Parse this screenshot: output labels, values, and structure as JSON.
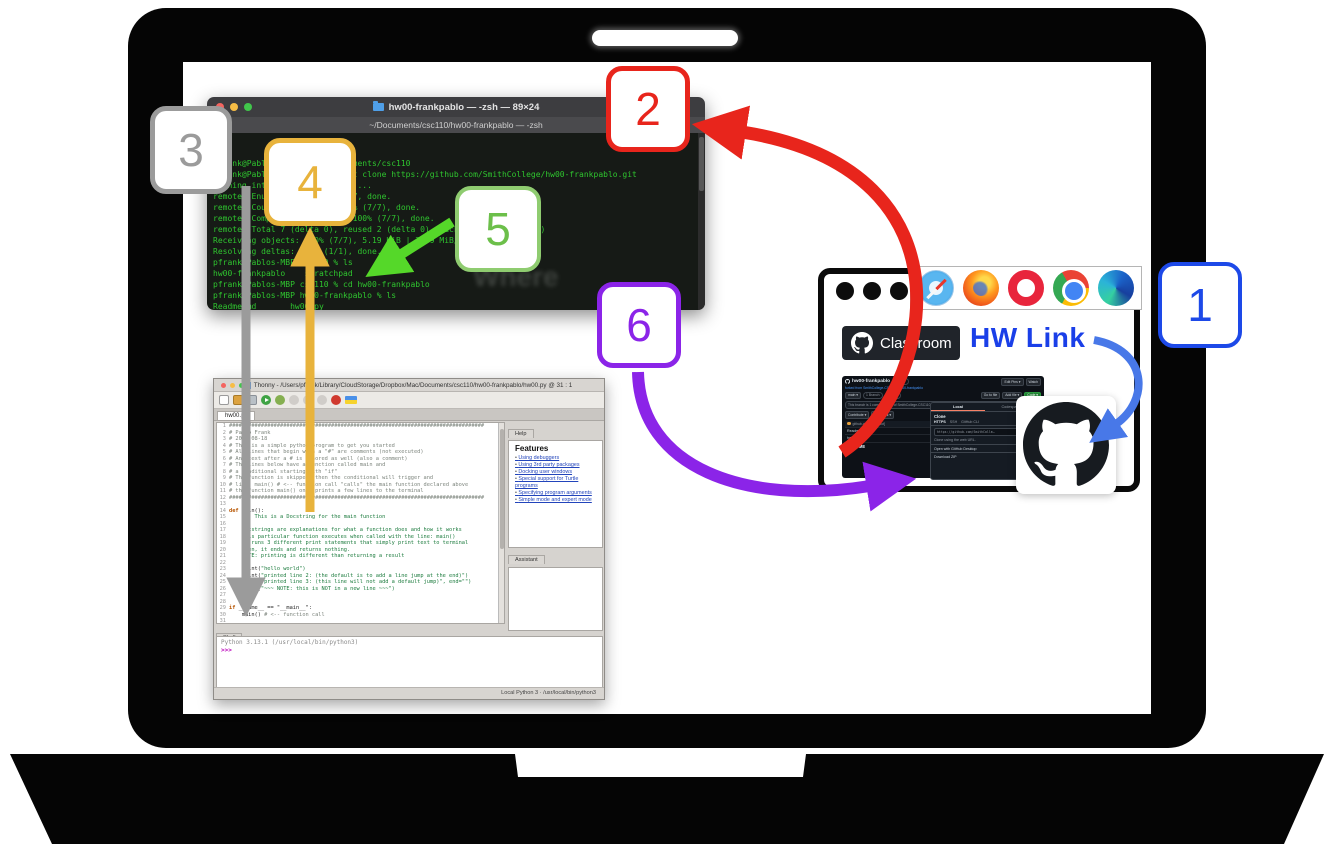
{
  "labels": [
    "1",
    "2",
    "3",
    "4",
    "5",
    "6"
  ],
  "colors": {
    "step1_blue": "#1d49e8",
    "step2_red": "#e8251c",
    "step3_gray": "#9b9b9b",
    "step4_gold": "#e8b33c",
    "step5_green": "#6cbf4a",
    "step6_purple": "#8b24e8",
    "terminal_green": "#2fc52f",
    "hw_link_blue": "#1a3fe8"
  },
  "terminal": {
    "title": "hw00-frankpablo — -zsh — 89×24",
    "path_bar": "~/Documents/csc110/hw00-frankpablo — -zsh",
    "background_word": "Where",
    "lines": [
      "pfrank@Pablos-MBP ~ % cd Documents/csc110",
      "pfrank@Pablos-MBP csc110 % git clone https://github.com/SmithCollege/hw00-frankpablo.git",
      "Cloning into 'hw00-frankpablo'...",
      "remote: Enumerating objects: 7, done.",
      "remote: Counting objects: 100% (7/7), done.",
      "remote: Compressing objects: 100% (7/7), done.",
      "remote: Total 7 (delta 0), reused 2 (delta 0), pack-reused 0 (from 0)",
      "Receiving objects: 100% (7/7), 5.19 KiB | 2.59 MiB/s, done.",
      "Resolving deltas: 100% (1/1), done.",
      "pfrank@Pablos-MBP csc110 % ls",
      "hw00-frankpablo    scratchpad",
      "pfrank@Pablos-MBP csc110 % cd hw00-frankpablo",
      "pfrank@Pablos-MBP hw00-frankpablo % ls",
      "Readme.md       hw00.py",
      "pfrank@Pablos-MBP hw00-frankpablo %"
    ]
  },
  "thonny": {
    "title": "Thonny  -  /Users/pfrank/Library/CloudStorage/Dropbox/Mac/Documents/csc110/hw00-frankpablo/hw00.py  @  31 : 1",
    "tab": "hw00.py",
    "code_lines": [
      {
        "n": "1",
        "t": "################################################################################",
        "c": "com"
      },
      {
        "n": "2",
        "t": "# Pablo Frank",
        "c": "com"
      },
      {
        "n": "3",
        "t": "# 2025-08-18",
        "c": "com"
      },
      {
        "n": "4",
        "t": "# This is a simple python program to get you started",
        "c": "com"
      },
      {
        "n": "5",
        "t": "# All lines that begin with a \"#\" are comments (not executed)",
        "c": "com"
      },
      {
        "n": "6",
        "t": "# Any text after a # is ignored as well (also a comment)",
        "c": "com"
      },
      {
        "n": "7",
        "t": "# The lines below have a function called main and",
        "c": "com"
      },
      {
        "n": "8",
        "t": "# a conditional starting with \"if\"",
        "c": "com"
      },
      {
        "n": "9",
        "t": "# The function is skipped, then the conditional will trigger and",
        "c": "com"
      },
      {
        "n": "10",
        "t": "# line: main() # <-- function call \"calls\" the main function declared above",
        "c": "com"
      },
      {
        "n": "11",
        "t": "# the function main() only prints a few lines to the terminal",
        "c": "com"
      },
      {
        "n": "12",
        "t": "################################################################################",
        "c": "com"
      },
      {
        "n": "13",
        "t": ""
      },
      {
        "n": "14",
        "t": "def ",
        "c": "kw",
        "t2": "main():"
      },
      {
        "n": "15",
        "t": "    \"\"\" This is a Docstring for the main function",
        "c": "str"
      },
      {
        "n": "16",
        "t": ""
      },
      {
        "n": "17",
        "t": "    Docstrings are explanations for what a function does and how it works",
        "c": "str"
      },
      {
        "n": "18",
        "t": "    This particular function executes when called with the line: main()",
        "c": "str"
      },
      {
        "n": "19",
        "t": "    It runs 3 different print statements that simply print text to terminal",
        "c": "str"
      },
      {
        "n": "20",
        "t": "    Then, it ends and returns nothing.",
        "c": "str"
      },
      {
        "n": "21",
        "t": "    NOTE: printing is different than returning a result",
        "c": "str"
      },
      {
        "n": "22",
        "t": "    \"\"\"",
        "c": "str"
      },
      {
        "n": "23",
        "t": "    print(",
        "t2": "\"hello world\")",
        "c2": "str"
      },
      {
        "n": "24",
        "t": "    print(",
        "t2": "\"printed line 2: (the default is to add a line jump at the end)\")",
        "c2": "str"
      },
      {
        "n": "25",
        "t": "    print(",
        "t2": "\"printed line 3: (this line will not add a default jump)\", end=\"\")",
        "c2": "str"
      },
      {
        "n": "26",
        "t": "    print(",
        "t2": "\"~~~ NOTE: this is NOT in a new line ~~~\")",
        "c2": "str"
      },
      {
        "n": "27",
        "t": ""
      },
      {
        "n": "28",
        "t": ""
      },
      {
        "n": "29",
        "t": "if ",
        "c": "kw",
        "t2": "__name__ == \"__main__\":"
      },
      {
        "n": "30",
        "t": "    main() ",
        "t2": "# <-- function call",
        "c2": "com"
      },
      {
        "n": "31",
        "t": ""
      }
    ],
    "help": {
      "tab": "Help",
      "heading": "Features",
      "links": [
        "Using debuggers",
        "Using 3rd party packages",
        "Docking user windows",
        "Special support for Turtle programs",
        "Specifying program arguments",
        "Simple mode and expert mode"
      ]
    },
    "assistant_tab": "Assistant",
    "shell": {
      "tab": "Shell",
      "version_line": "Python 3.13.1 (/usr/local/bin/python3)",
      "prompt": ">>>"
    },
    "status_bar": "Local Python 3  ·  /usr/local/bin/python3"
  },
  "browser": {
    "classroom_label": "Classroom",
    "hw_link": "HW Link",
    "repo": {
      "name": "hw00-frankpablo",
      "visibility": "Private",
      "edit_pins": "Edit Pins ▾",
      "watch": "Watch",
      "forked_from": "forked from SmithCollege-CSC110/hw00-frankpablo",
      "branch": "main ▾",
      "branches": "1 Branch",
      "tags": "0 Tags",
      "go_to_file": "Go to file",
      "add_file": "Add file ▾",
      "code_button": "Code ▾",
      "branch_info": "This branch is 1 commit ahead of SmithCollege-CSC110/hw00-frankpablo:main",
      "contribute": "Contribute ▾",
      "sync_fork": "Sync fork ▾",
      "committer": "github-classroom[bot]",
      "files": [
        "Readme.md",
        "hw00.py"
      ],
      "readme": "README",
      "clone": {
        "local_tab": "Local",
        "codespaces_tab": "Codespaces",
        "title": "Clone",
        "https": "HTTPS",
        "ssh": "SSH",
        "cli": "GitHub CLI",
        "url": "https://github.com/SmithColle…",
        "hint": "Clone using the web URL.",
        "desktop": "Open with GitHub Desktop",
        "zip": "Download ZIP"
      }
    }
  }
}
